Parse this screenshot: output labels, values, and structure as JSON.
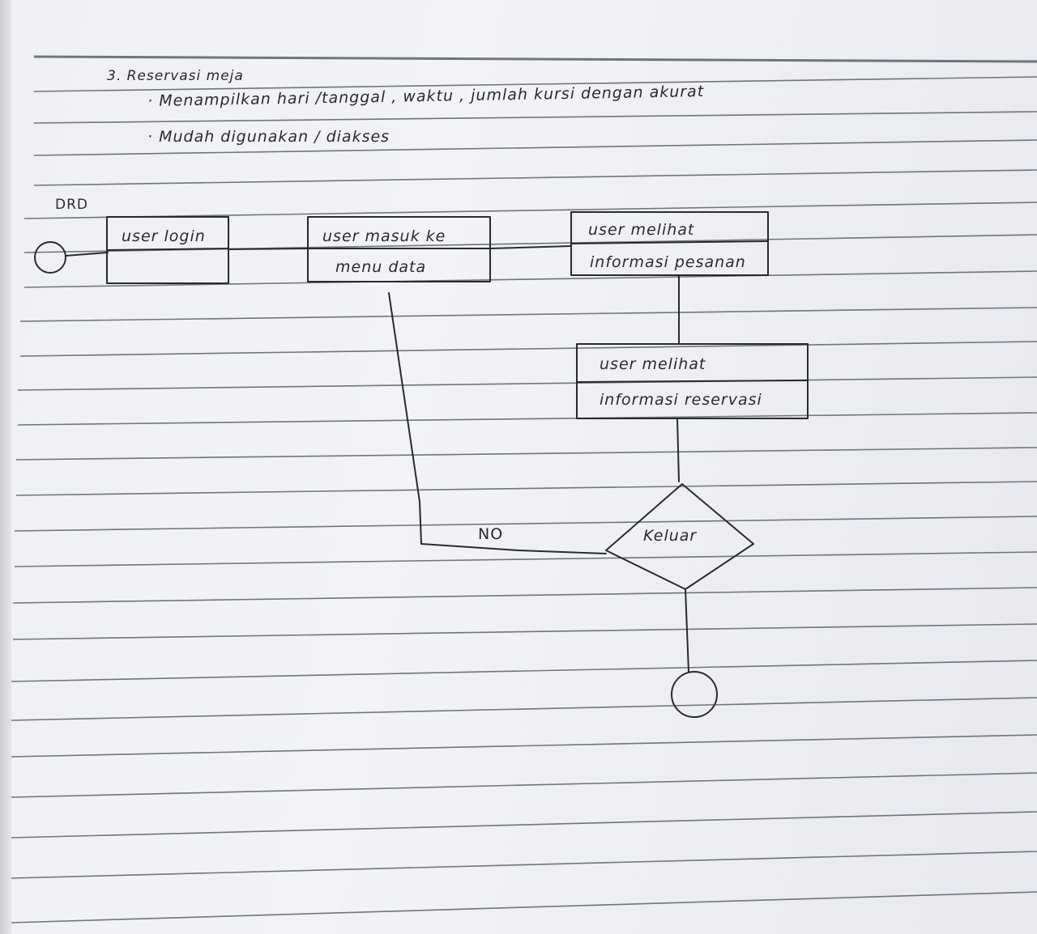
{
  "notes": {
    "heading": "3. Reservasi meja",
    "bullets": [
      "· Menampilkan hari /tanggal , waktu , jumlah kursi dengan akurat",
      "· Mudah digunakan / diakses"
    ]
  },
  "diagram": {
    "label": "DRD",
    "boxes": [
      {
        "line1": "user login",
        "line2": ""
      },
      {
        "line1": "user masuk ke",
        "line2": "menu data"
      },
      {
        "line1": "user melihat",
        "line2": "informasi pesanan"
      },
      {
        "line1": "user melihat",
        "line2": "informasi reservasi"
      }
    ],
    "decision": "Keluar",
    "no_label": "NO"
  },
  "colors": {
    "paper": "#eef0f4",
    "ink": "#2a2a2e",
    "rule": "#5a5f6a"
  }
}
